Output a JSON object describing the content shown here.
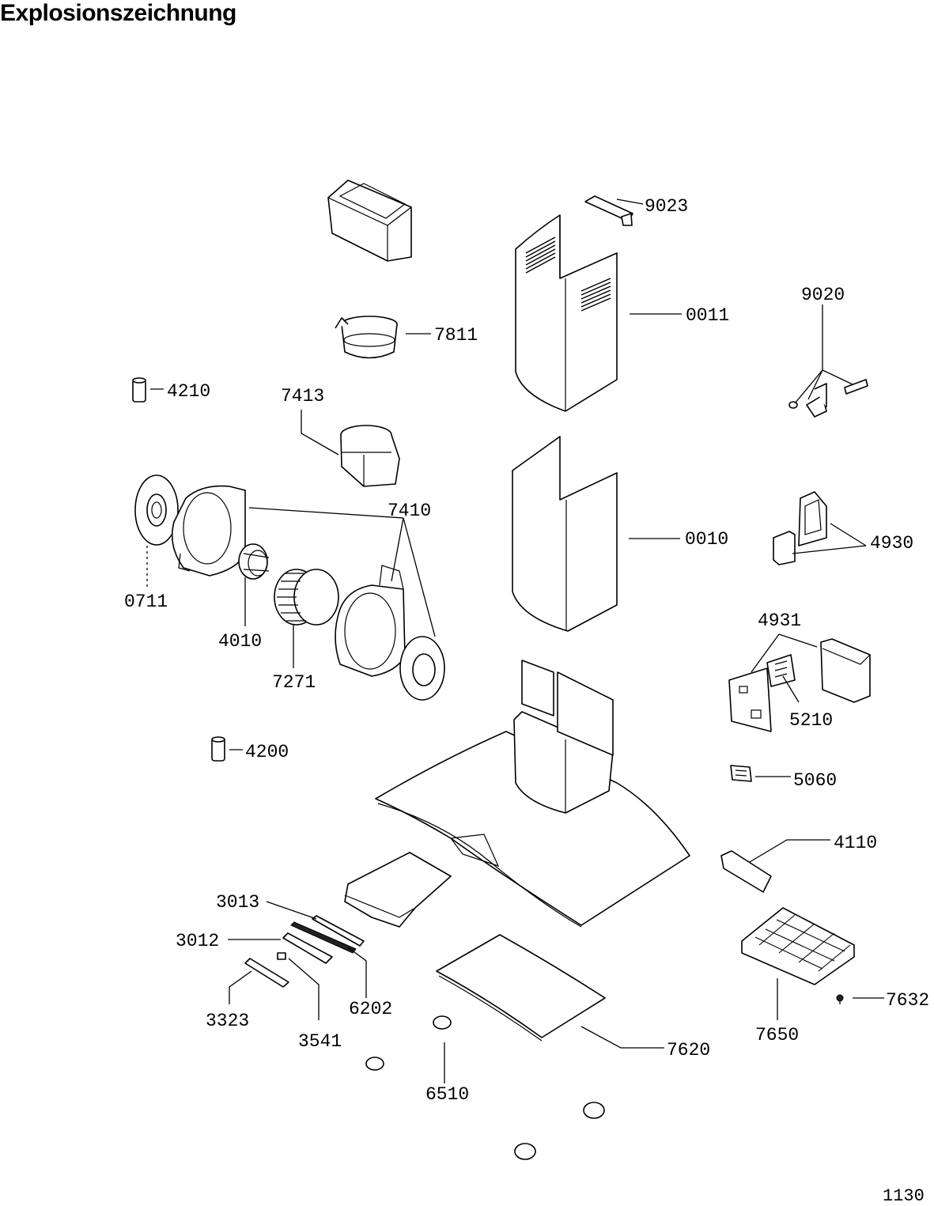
{
  "title": "Explosionszeichnung",
  "page_number": "1130",
  "parts": [
    {
      "id": "9023"
    },
    {
      "id": "0011"
    },
    {
      "id": "9020"
    },
    {
      "id": "7811"
    },
    {
      "id": "4210"
    },
    {
      "id": "7413"
    },
    {
      "id": "7410"
    },
    {
      "id": "0010"
    },
    {
      "id": "4930"
    },
    {
      "id": "0711"
    },
    {
      "id": "4010"
    },
    {
      "id": "4931"
    },
    {
      "id": "7271"
    },
    {
      "id": "5210"
    },
    {
      "id": "4200"
    },
    {
      "id": "5060"
    },
    {
      "id": "4110"
    },
    {
      "id": "3013"
    },
    {
      "id": "3012"
    },
    {
      "id": "6202"
    },
    {
      "id": "3323"
    },
    {
      "id": "3541"
    },
    {
      "id": "7632"
    },
    {
      "id": "7650"
    },
    {
      "id": "7620"
    },
    {
      "id": "6510"
    }
  ]
}
